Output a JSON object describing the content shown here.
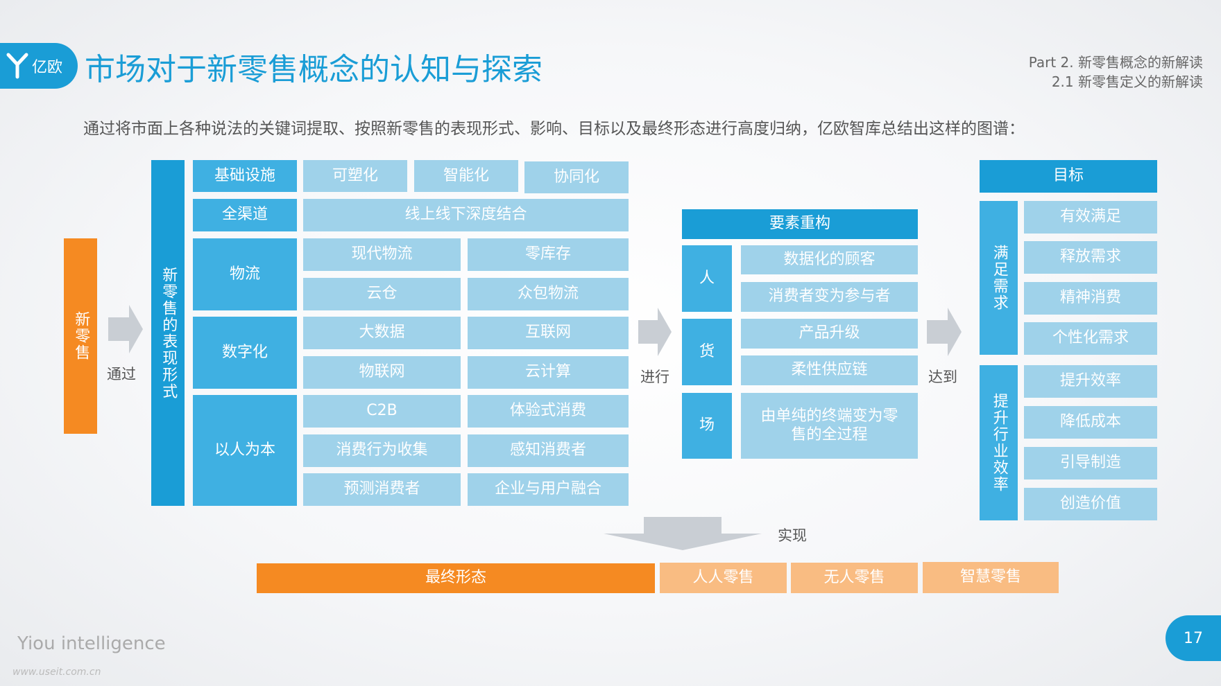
{
  "header": {
    "logo_text": "亿欧",
    "title": "市场对于新零售概念的认知与探索",
    "part_line1": "Part 2. 新零售概念的新解读",
    "part_line2": "2.1 新零售定义的新解读"
  },
  "intro": "通过将市面上各种说法的关键词提取、按照新零售的表现形式、影响、目标以及最终形态进行高度归纳，亿欧智库总结出这样的图谱：",
  "left": {
    "new_retail": "新零售",
    "via": "通过",
    "forms_column": "新零售的表现形式"
  },
  "forms": {
    "infra": {
      "label": "基础设施",
      "items": [
        "可塑化",
        "智能化",
        "协同化"
      ]
    },
    "channel": {
      "label": "全渠道",
      "item": "线上线下深度结合"
    },
    "logistics": {
      "label": "物流",
      "items": [
        "现代物流",
        "零库存",
        "云仓",
        "众包物流"
      ]
    },
    "digital": {
      "label": "数字化",
      "items": [
        "大数据",
        "互联网",
        "物联网",
        "云计算"
      ]
    },
    "people": {
      "label": "以人为本",
      "items": [
        "C2B",
        "体验式消费",
        "消费行为收集",
        "感知消费者",
        "预测消费者",
        "企业与用户融合"
      ]
    }
  },
  "proceed_label": "进行",
  "restructure": {
    "header": "要素重构",
    "people": {
      "label": "人",
      "items": [
        "数据化的顾客",
        "消费者变为参与者"
      ]
    },
    "goods": {
      "label": "货",
      "items": [
        "产品升级",
        "柔性供应链"
      ]
    },
    "place": {
      "label": "场",
      "item": "由单纯的终端变为零售的全过程"
    }
  },
  "reach_label": "达到",
  "goals": {
    "header": "目标",
    "demand": {
      "label": "满足需求",
      "items": [
        "有效满足",
        "释放需求",
        "精神消费",
        "个性化需求"
      ]
    },
    "efficiency": {
      "label": "提升行业效率",
      "items": [
        "提升效率",
        "降低成本",
        "引导制造",
        "创造价值"
      ]
    }
  },
  "realize_label": "实现",
  "final": {
    "label": "最终形态",
    "items": [
      "人人零售",
      "无人零售",
      "智慧零售"
    ]
  },
  "footer": {
    "brand": "Yiou intelligence",
    "watermark": "www.useit.com.cn",
    "page_number": "17"
  },
  "colors": {
    "dark_blue": "#1a9dd6",
    "mid_blue": "#3fb0e2",
    "light_blue": "#9fd2ea",
    "orange": "#f58a22",
    "peach": "#f9bc82",
    "arrow_gray": "#c9ced4"
  }
}
